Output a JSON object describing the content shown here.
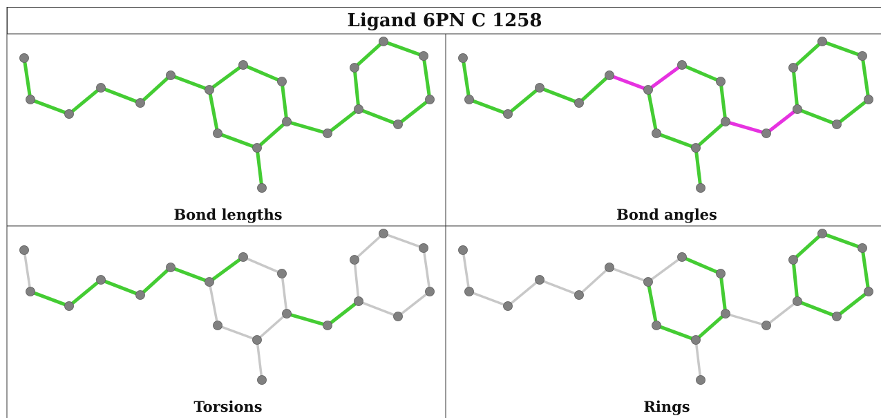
{
  "title": "Ligand 6PN C 1258",
  "panels": [
    {
      "caption": "Bond lengths"
    },
    {
      "caption": "Bond angles"
    },
    {
      "caption": "Torsions"
    },
    {
      "caption": "Rings"
    }
  ],
  "colors": {
    "ok": "#44cc33",
    "outlier": "#e632e0",
    "neutral": "#c8c8c8",
    "atom": "#808080"
  },
  "molecule": {
    "atom_count": 20,
    "bond_count": 21
  },
  "bond_status": {
    "bond_lengths": [
      "ok",
      "ok",
      "ok",
      "ok",
      "ok",
      "ok",
      "ok",
      "ok",
      "ok",
      "ok",
      "ok",
      "ok",
      "ok",
      "ok",
      "ok",
      "ok",
      "ok",
      "ok",
      "ok",
      "ok",
      "ok"
    ],
    "bond_angles": [
      "ok",
      "ok",
      "ok",
      "ok",
      "ok",
      "outlier",
      "outlier",
      "ok",
      "ok",
      "ok",
      "ok",
      "ok",
      "ok",
      "outlier",
      "outlier",
      "ok",
      "ok",
      "ok",
      "ok",
      "ok",
      "ok"
    ],
    "torsions": [
      "neutral",
      "ok",
      "ok",
      "ok",
      "ok",
      "ok",
      "ok",
      "neutral",
      "neutral",
      "neutral",
      "neutral",
      "neutral",
      "neutral",
      "ok",
      "ok",
      "neutral",
      "neutral",
      "neutral",
      "neutral",
      "neutral",
      "neutral"
    ],
    "rings": [
      "neutral",
      "neutral",
      "neutral",
      "neutral",
      "neutral",
      "neutral",
      "neutral",
      "ok",
      "ok",
      "ok",
      "ok",
      "ok",
      "neutral",
      "neutral",
      "neutral",
      "ok",
      "ok",
      "ok",
      "ok",
      "ok",
      "ok"
    ]
  }
}
